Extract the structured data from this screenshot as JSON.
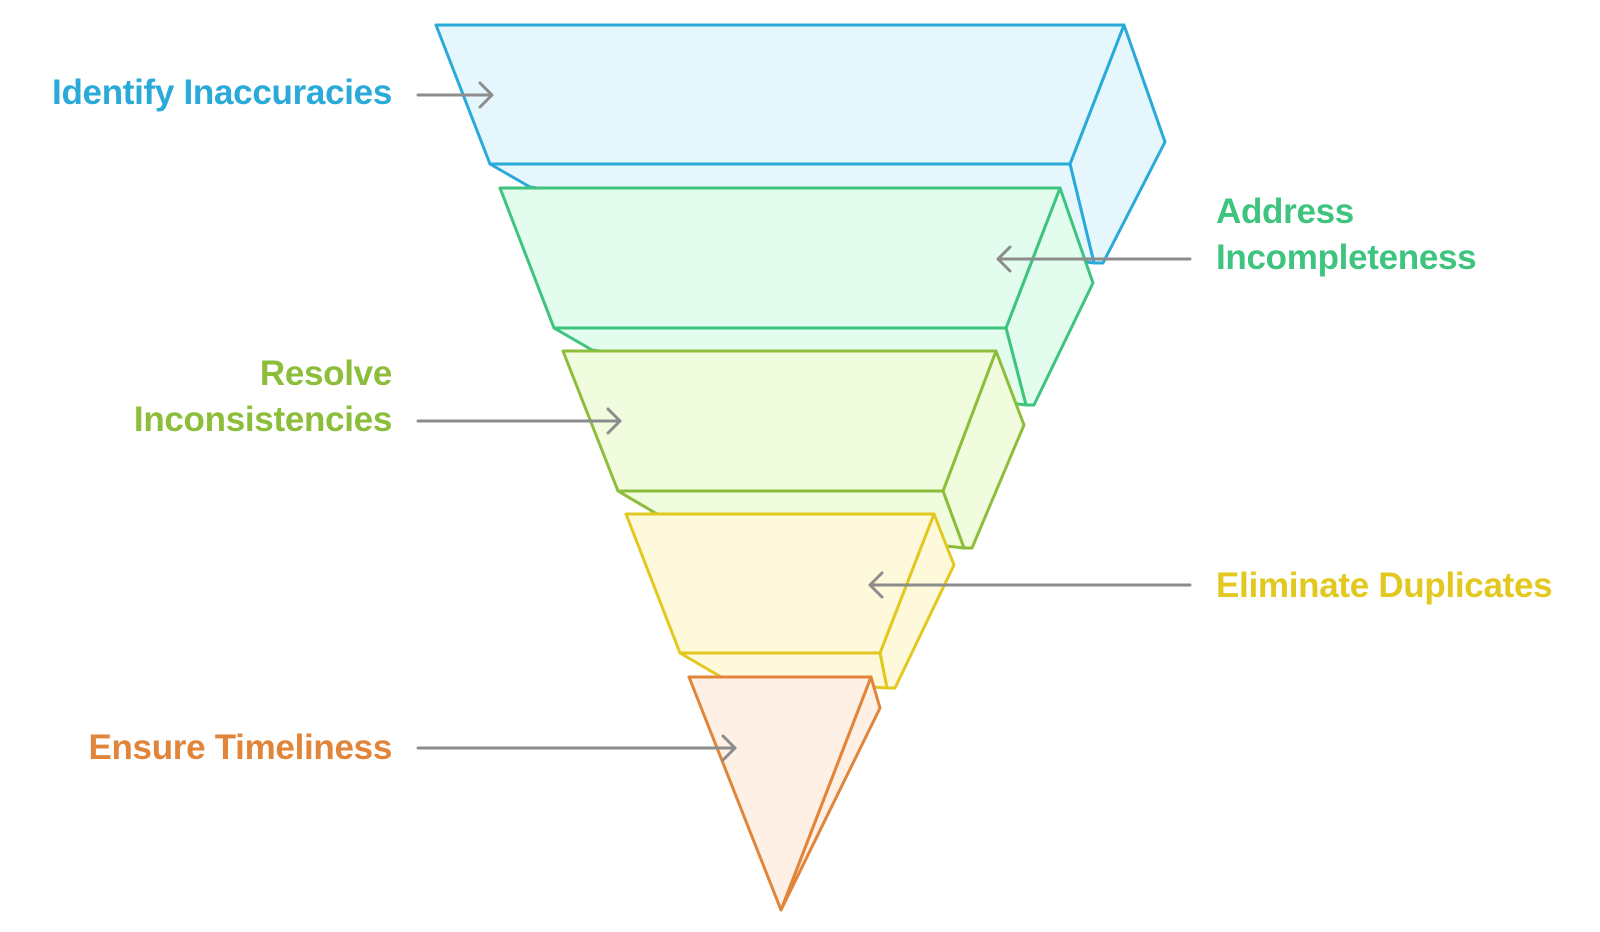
{
  "stages": [
    {
      "lines": [
        "Identify Inaccuracies"
      ],
      "side": "left",
      "stroke": "#2AAAD8",
      "fill": "#E5F7FD"
    },
    {
      "lines": [
        "Address",
        "Incompleteness"
      ],
      "side": "right",
      "stroke": "#3EC47E",
      "fill": "#E2FCEE"
    },
    {
      "lines": [
        "Resolve",
        "Inconsistencies"
      ],
      "side": "left",
      "stroke": "#8DBE3B",
      "fill": "#F1FCDF"
    },
    {
      "lines": [
        "Eliminate Duplicates"
      ],
      "side": "right",
      "stroke": "#E2C81F",
      "fill": "#FEF9DB"
    },
    {
      "lines": [
        "Ensure Timeliness"
      ],
      "side": "left",
      "stroke": "#E0853A",
      "fill": "#FEF0E4"
    }
  ],
  "arrow_color": "#8C8C8C"
}
